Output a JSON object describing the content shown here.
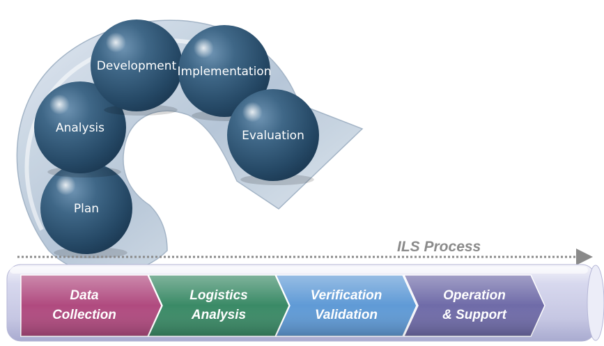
{
  "cycle": {
    "steps": [
      {
        "label": "Plan"
      },
      {
        "label": "Analysis"
      },
      {
        "label": "Development"
      },
      {
        "label": "Implementation"
      },
      {
        "label": "Evaluation"
      }
    ]
  },
  "process": {
    "title": "ILS Process",
    "stages": [
      {
        "lines": [
          "Data",
          "Collection"
        ],
        "color": "#b04a7f"
      },
      {
        "lines": [
          "Logistics",
          "Analysis"
        ],
        "color": "#3a8a66"
      },
      {
        "lines": [
          "Verification",
          "Validation"
        ],
        "color": "#5f9ad6"
      },
      {
        "lines": [
          "Operation",
          "& Support"
        ],
        "color": "#6f6ba8"
      }
    ]
  },
  "colors": {
    "ball": "#2f536f",
    "arrow": "#b9c9da",
    "tube": "#cfd1ea"
  }
}
